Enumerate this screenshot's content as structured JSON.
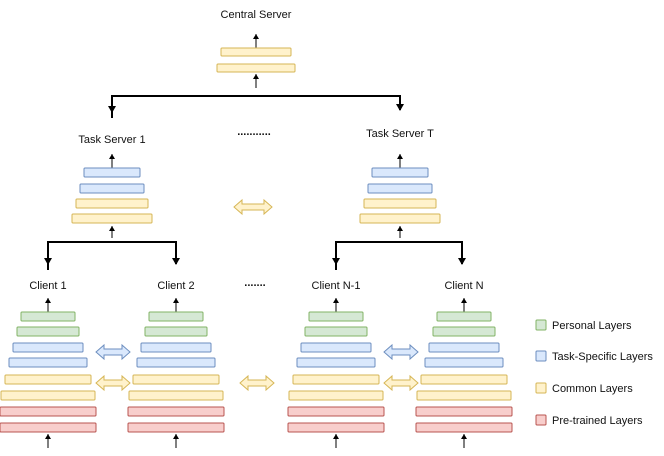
{
  "labels": {
    "central_server": "Central Server",
    "task_server_1": "Task Server 1",
    "task_server_t": "Task Server T",
    "client_1": "Client 1",
    "client_2": "Client 2",
    "client_n_1": "Client N-1",
    "client_n": "Client N"
  },
  "ellipses": {
    "servers": "...........",
    "clients": "......."
  },
  "legend": [
    {
      "label": "Personal Layers",
      "color": "#d5e8d4",
      "stroke": "#82b366"
    },
    {
      "label": "Task-Specific Layers",
      "color": "#dae8fc",
      "stroke": "#6c8ebf"
    },
    {
      "label": "Common Layers",
      "color": "#fff2cc",
      "stroke": "#d6b656"
    },
    {
      "label": "Pre-trained Layers",
      "color": "#f8cecc",
      "stroke": "#b85450"
    }
  ]
}
